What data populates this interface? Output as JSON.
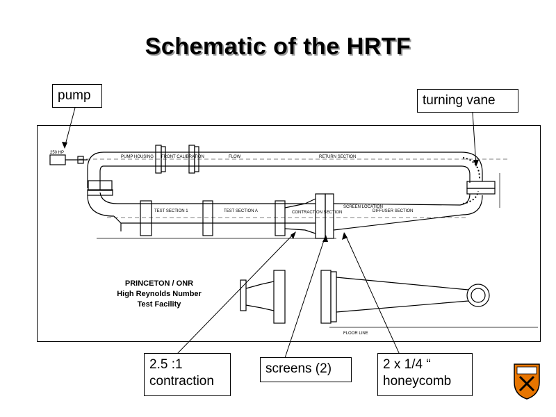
{
  "slide": {
    "title": "Schematic of the HRTF"
  },
  "callouts": {
    "pump": "pump",
    "turning_vane": "turning vane",
    "contraction_line1": "2.5 :1",
    "contraction_line2": "contraction",
    "screens": "screens (2)",
    "honeycomb_line1": "2 x 1/4 “",
    "honeycomb_line2": "honeycomb"
  },
  "drawing": {
    "label_line1": "PRINCETON / ONR",
    "label_line2": "High Reynolds Number",
    "label_line3": "Test Facility",
    "tiny_labels": {
      "pump_box": "250 HP",
      "pump_housing": "PUMP HOUSING",
      "front_cal": "FRONT CALIBRATION",
      "flow": "FLOW",
      "return_section": "RETURN SECTION",
      "test_section_1": "TEST SECTION 1",
      "test_section_a": "TEST SECTION A",
      "contraction_section": "CONTRACTION SECTION",
      "screen_location": "SCREEN LOCATION",
      "diffuser_section": "DIFFUSER SECTION",
      "floor_line": "FLOOR LINE"
    }
  },
  "colors": {
    "title_shadow": "#9a9a9a",
    "logo_orange": "#e77500",
    "ink": "#000000"
  }
}
